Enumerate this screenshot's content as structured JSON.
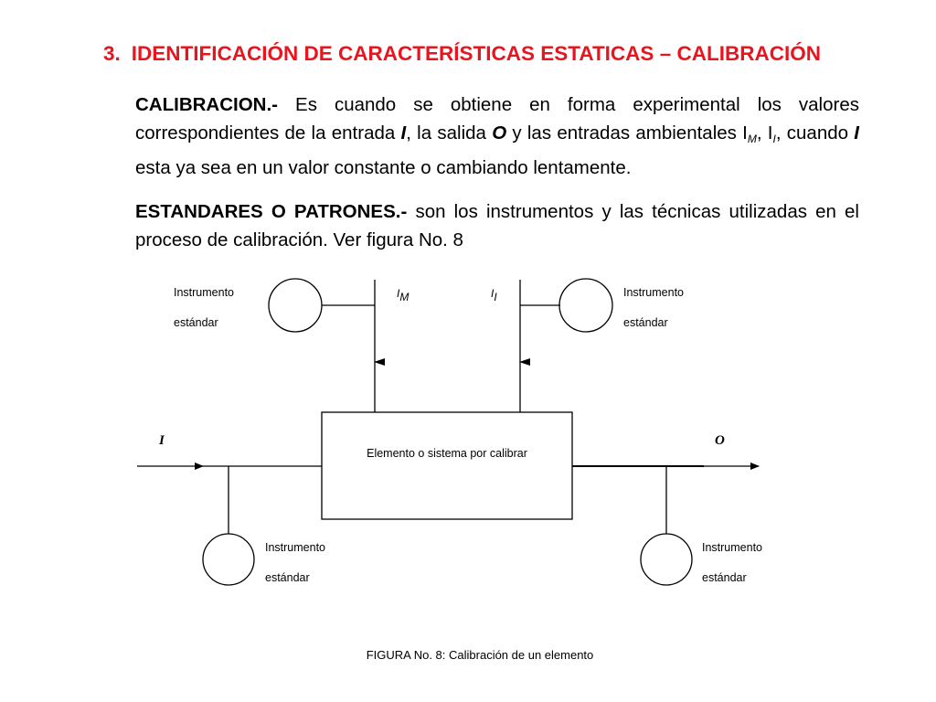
{
  "title": {
    "number": "3.",
    "text": "IDENTIFICACIÓN DE CARACTERÍSTICAS ESTATICAS – CALIBRACIÓN",
    "color": "#e8141e"
  },
  "paragraph1": {
    "term": "CALIBRACION.-",
    "t1": " Es cuando se obtiene en forma experimental los valores correspondientes de la entrada ",
    "v_input": "I",
    "t2": ", la salida ",
    "v_output": "O",
    "t3": " y las entradas ambientales I",
    "sub_m": "M",
    "t4": ", I",
    "sub_i": "I",
    "t5": ", cuando ",
    "v_input2": "I",
    "t6": " esta ya sea en un valor constante o cambiando lentamente."
  },
  "paragraph2": {
    "term": "ESTANDARES O PATRONES.-",
    "text": "  son los instrumentos y las técnicas utilizadas en el proceso de calibración.  Ver figura No. 8"
  },
  "diagram": {
    "box_label": "Elemento o sistema por calibrar",
    "instrument_line1": "Instrumento",
    "instrument_line2": "estándar",
    "signal_input": "I",
    "signal_output": "O",
    "signal_im_base": "I",
    "signal_im_sub": "M",
    "signal_ii_base": "I",
    "signal_ii_sub": "I"
  },
  "caption": "FIGURA No. 8: Calibración de un elemento"
}
